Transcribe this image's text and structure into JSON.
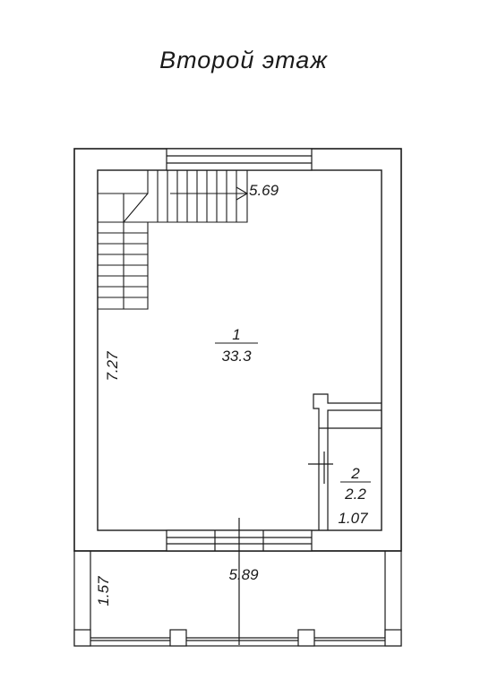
{
  "title": "Второй этаж",
  "rooms": [
    {
      "number": "1",
      "area": "33.3"
    },
    {
      "number": "2",
      "area": "2.2"
    }
  ],
  "dimensions": {
    "top_width": "5.69",
    "bottom_width": "5.89",
    "left_height": "7.27",
    "balcony_depth": "1.57",
    "room2_width": "1.07"
  }
}
